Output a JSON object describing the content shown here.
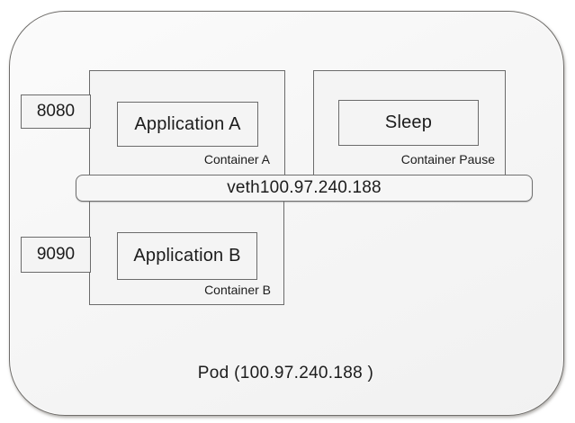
{
  "pod": {
    "label": "Pod (100.97.240.188 )"
  },
  "network": {
    "veth_label": "veth100.97.240.188"
  },
  "ports": {
    "container_a_port": "8080",
    "container_b_port": "9090"
  },
  "containers": {
    "a": {
      "app_label": "Application A",
      "name_label": "Container A"
    },
    "pause": {
      "app_label": "Sleep",
      "name_label": "Container Pause"
    },
    "b": {
      "app_label": "Application B",
      "name_label": "Container B"
    }
  },
  "colors": {
    "pod_fill": "#f5f5f5",
    "box_fill": "#f4f4f4",
    "border": "#6b6b6b",
    "text": "#1c1c1c",
    "background": "#ffffff"
  }
}
